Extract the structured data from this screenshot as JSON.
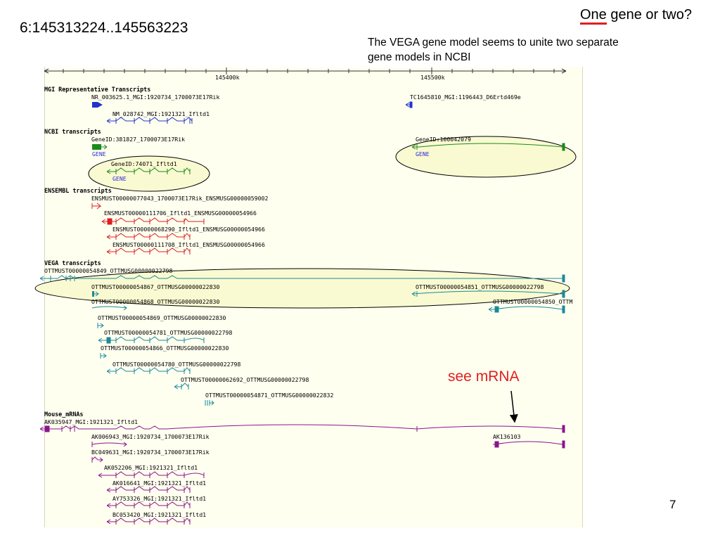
{
  "slide": {
    "coordinates": "6:145313224..145563223",
    "title_word": "One",
    "title_rest": " gene or two?",
    "subtitle_line1": "The VEGA gene model seems to unite two separate",
    "subtitle_line2": "gene models in NCBI",
    "callout": "see mRNA",
    "page_number": "7"
  },
  "ruler": {
    "tick_labels": [
      "145400k",
      "145500k"
    ]
  },
  "colors": {
    "mgi_blue": "#2233cc",
    "ncbi_green": "#1a8a1a",
    "ensembl_red": "#dd1f1f",
    "vega_teal": "#1a8a9a",
    "mrna_purple": "#8a158a",
    "highlight_fill": "#fafad2",
    "callout_red": "#e01e1e"
  },
  "tracks": {
    "mgi": {
      "title": "MGI Representative Transcripts",
      "labels": [
        "NR_003625.1_MGI:1920734_1700073E17Rik",
        "NM_028742_MGI:1921321_Ifltd1",
        "TC1645810_MGI:1196443_D6Ertd469e"
      ]
    },
    "ncbi": {
      "title": "NCBI transcripts",
      "labels": [
        "GeneID:381827_1700073E17Rik",
        "GeneID:74071_Ifltd1",
        "GeneID:100042079"
      ],
      "gene_tag": "GENE"
    },
    "ensembl": {
      "title": "ENSEMBL transcripts",
      "labels": [
        "ENSMUST00000077043_1700073E17Rik_ENSMUSG00000059002",
        "ENSMUST00000111706_Ifltd1_ENSMUSG00000054966",
        "ENSMUST00000068290_Ifltd1_ENSMUSG00000054966",
        "ENSMUST00000111708_Ifltd1_ENSMUSG00000054966"
      ]
    },
    "vega": {
      "title": "VEGA transcripts",
      "labels": [
        "OTTMUST00000054849_OTTMUSG00000022798",
        "OTTMUST00000054867_OTTMUSG00000022830",
        "OTTMUST00000054851_OTTMUSG00000022798",
        "OTTMUST00000054868_OTTMUSG00000022830",
        "OTTMUST00000054850_OTTM",
        "OTTMUST00000054869_OTTMUSG00000022830",
        "OTTMUST00000054781_OTTMUSG00000022798",
        "OTTMUST00000054866_OTTMUSG00000022830",
        "OTTMUST00000054780_OTTMUSG00000022798",
        "OTTMUST00000062692_OTTMUSG00000022798",
        "OTTMUST00000054871_OTTMUSG00000022832"
      ]
    },
    "mrna": {
      "title": "Mouse_mRNAs",
      "labels": [
        "AK035947_MGI:1921321_Ifltd1",
        "AK006943_MGI:1920734_1700073E17Rik",
        "AK136103",
        "BC049631_MGI:1920734_1700073E17Rik",
        "AK052206_MGI:1921321_Ifltd1",
        "AK016641_MGI:1921321_Ifltd1",
        "AY753326_MGI:1921321_Ifltd1",
        "BC053420_MGI:1921321_Ifltd1"
      ]
    }
  }
}
